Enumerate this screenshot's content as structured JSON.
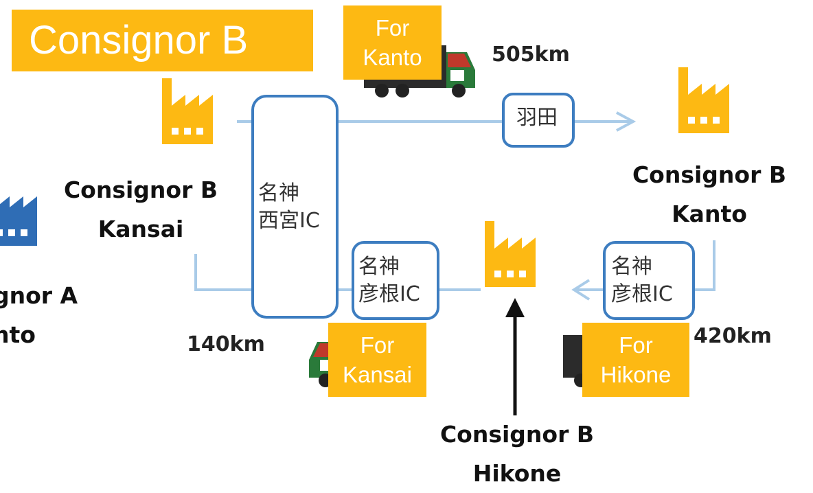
{
  "title": "Consignor B",
  "routes": {
    "kanto": {
      "label_line1": "For",
      "label_line2": "Kanto",
      "distance": "505km"
    },
    "kansai": {
      "label_line1": "For",
      "label_line2": "Kansai",
      "distance": "140km"
    },
    "hikone": {
      "label_line1": "For",
      "label_line2": "Hikone",
      "distance": "420km"
    }
  },
  "nodes": {
    "haneda": "羽田",
    "nishinomiya_line1": "名神",
    "nishinomiya_line2": "西宮IC",
    "hikone_left_line1": "名神",
    "hikone_left_line2": "彦根IC",
    "hikone_right_line1": "名神",
    "hikone_right_line2": "彦根IC"
  },
  "sites": {
    "kansai": {
      "line1": "Consignor B",
      "line2": "Kansai"
    },
    "kanto": {
      "line1": "Consignor B",
      "line2": "Kanto"
    },
    "hikone": {
      "line1": "Consignor B",
      "line2": "Hikone"
    },
    "consignor_a": {
      "line1": "gnor A",
      "line2": "nto"
    }
  },
  "colors": {
    "accent": "#FDB913",
    "route_line": "#A9CBE8",
    "node_border": "#3D7DC0",
    "factory_other": "#2F6DB5"
  }
}
